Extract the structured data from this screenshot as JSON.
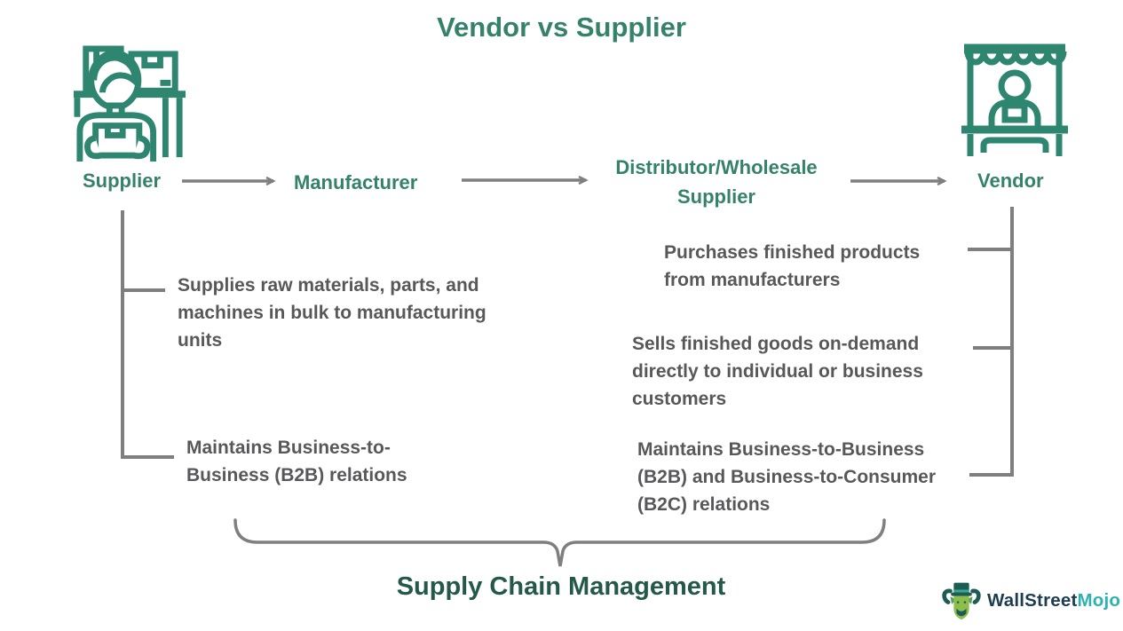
{
  "title": "Vendor vs Supplier",
  "flow": {
    "supplier_label": "Supplier",
    "manufacturer_label": "Manufacturer",
    "distributor_label": "Distributor/Wholesale\nSupplier",
    "vendor_label": "Vendor"
  },
  "supplier_notes": {
    "note1": "Supplies raw materials, parts, and\nmachines in bulk to manufacturing\nunits",
    "note2": "Maintains Business-to-\nBusiness (B2B) relations"
  },
  "vendor_notes": {
    "note1": "Purchases finished products\nfrom manufacturers",
    "note2": "Sells finished goods on-demand\ndirectly to individual or business\ncustomers",
    "note3": "Maintains Business-to-Business\n(B2B) and Business-to-Consumer\n(B2C) relations"
  },
  "footer": {
    "brace_label": "Supply Chain Management"
  },
  "logo": {
    "wallstreet": "WallStreet",
    "mojo": "Mojo"
  },
  "icons": {
    "supplier": "supplier-person-with-boxes-icon",
    "vendor": "vendor-market-stall-icon",
    "logo": "wallstreetmojo-bull-icon"
  },
  "colors": {
    "teal": "#2E8570",
    "title_teal": "#35826A",
    "dark_green": "#23584A",
    "text_gray": "#58585A",
    "line_gray": "#7F7F7F",
    "logo_navy": "#1D3D50",
    "logo_teal": "#2BB3B1"
  }
}
